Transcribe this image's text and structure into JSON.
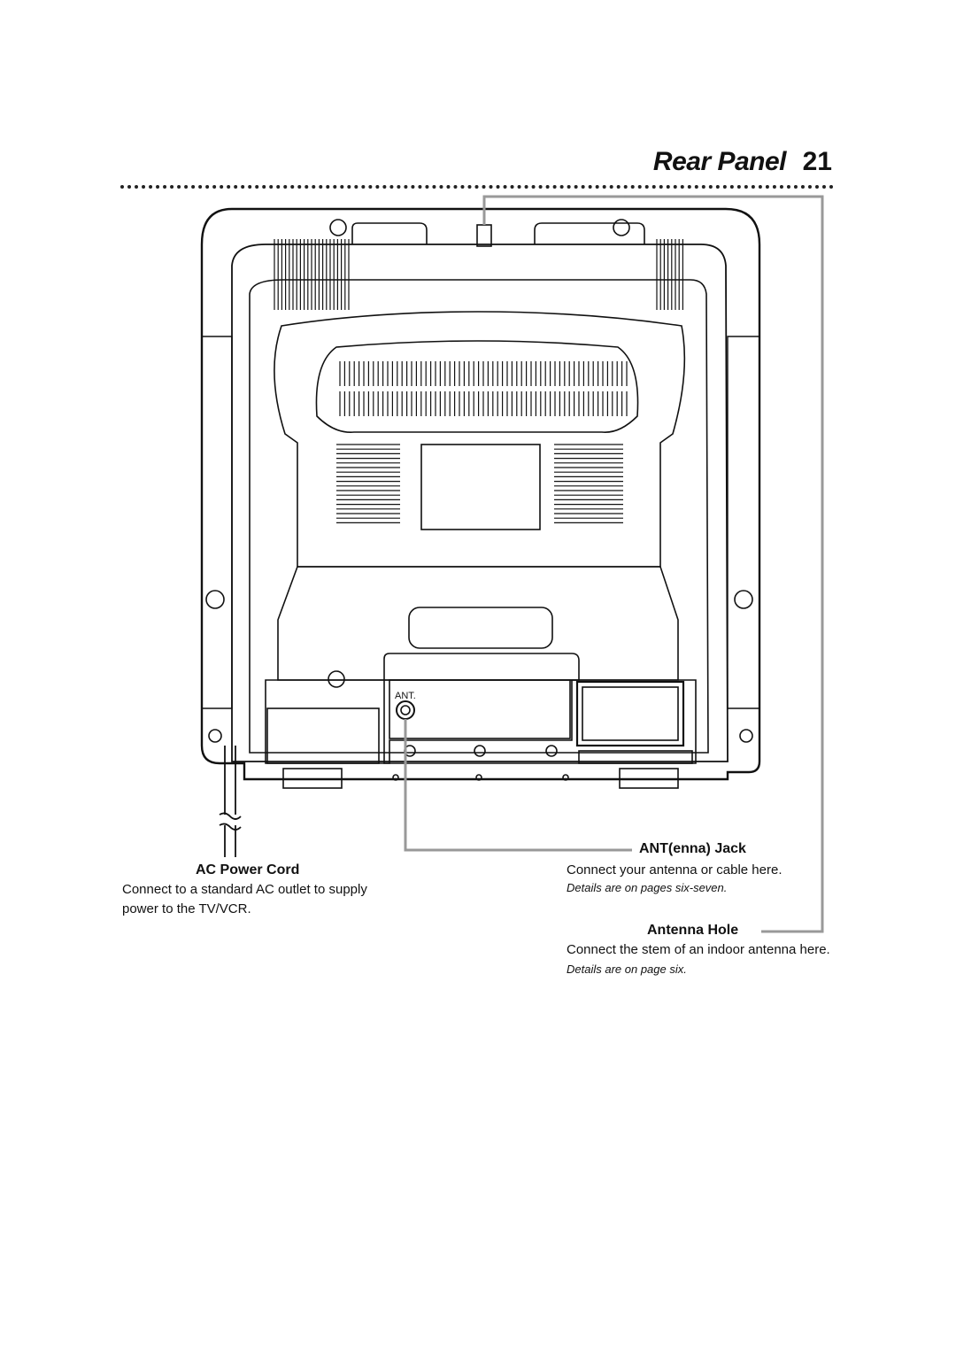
{
  "header": {
    "title": "Rear Panel",
    "page_number": "21"
  },
  "diagram": {
    "ant_label": "ANT."
  },
  "callouts": {
    "ac_power_cord": {
      "heading": "AC Power Cord",
      "text": "Connect to a standard AC outlet to supply power to the TV/VCR."
    },
    "antenna_jack": {
      "heading": "ANT(enna) Jack",
      "text": "Connect your antenna or cable here.",
      "note": "Details are on pages six-seven."
    },
    "antenna_hole": {
      "heading": "Antenna Hole",
      "text": "Connect the stem of an indoor antenna here.",
      "note": "Details are on page six."
    }
  }
}
